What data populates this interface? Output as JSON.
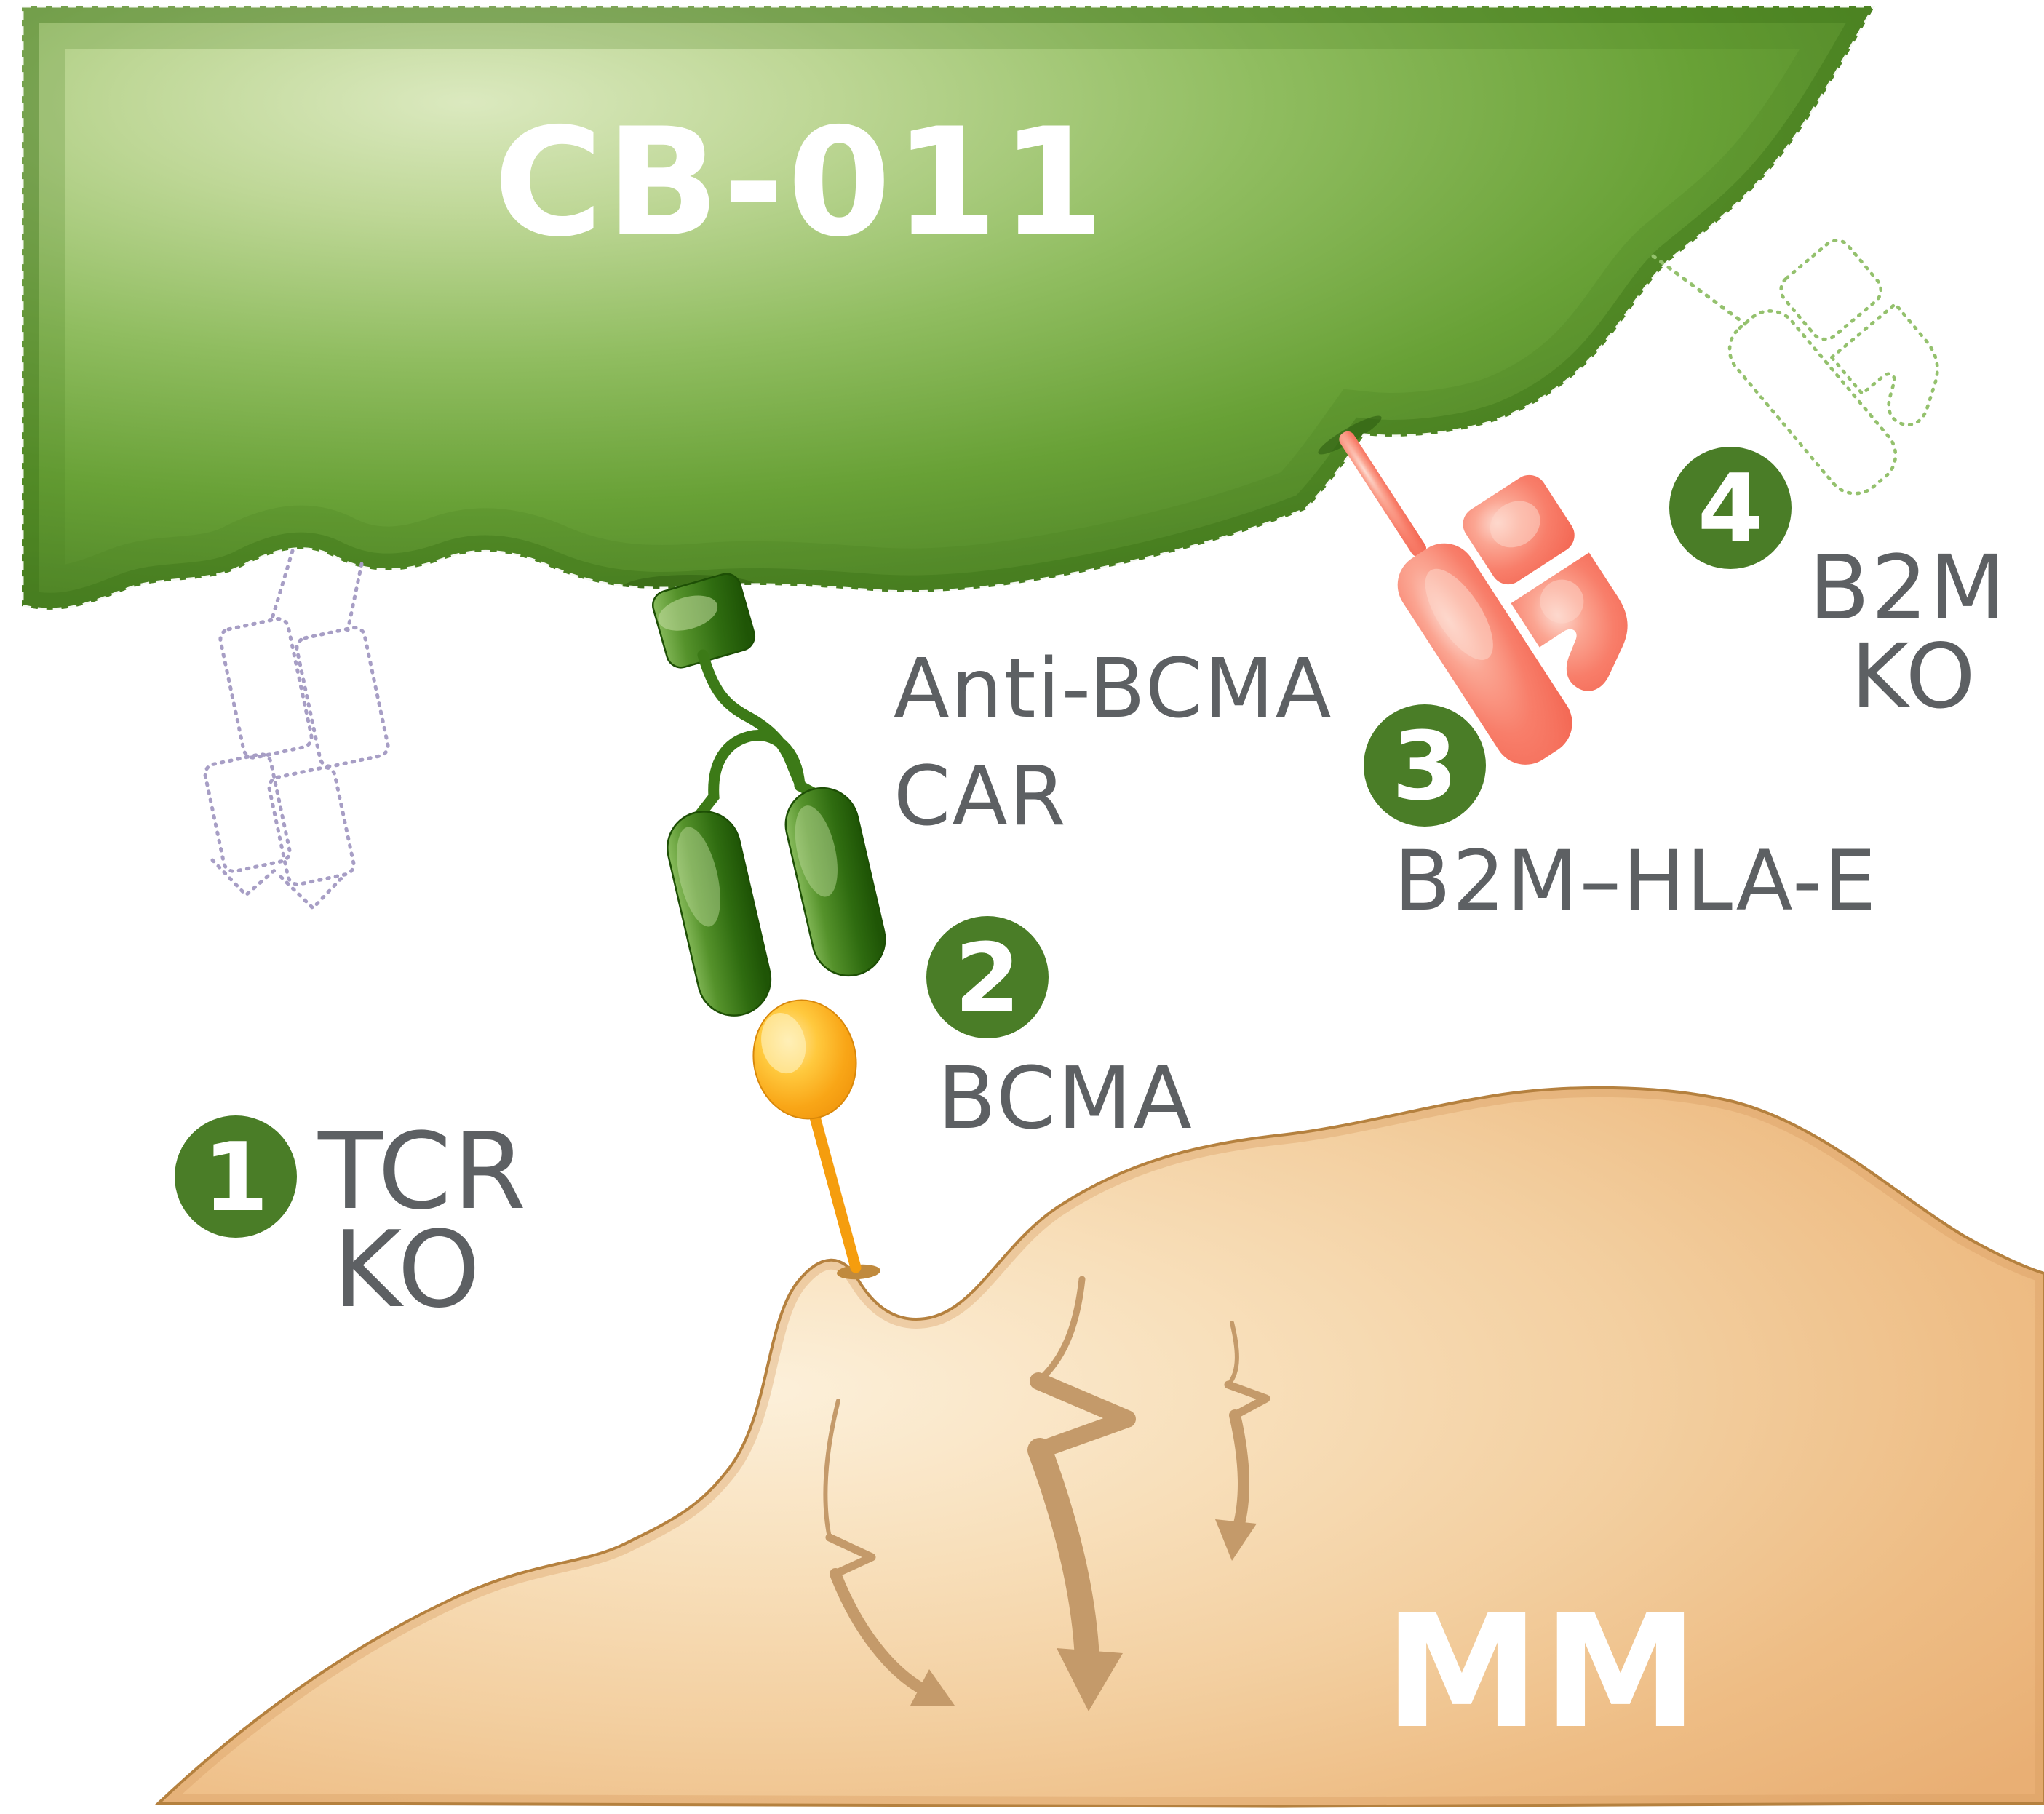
{
  "cells": {
    "car_t": {
      "label": "CB-011"
    },
    "tumor": {
      "label": "MM"
    }
  },
  "steps": [
    {
      "number": "1",
      "label_lines": [
        "TCR",
        "KO"
      ]
    },
    {
      "number": "2",
      "label_lines": [
        "BCMA"
      ]
    },
    {
      "number": "3",
      "label_lines": [
        "B2M–HLA-E"
      ]
    },
    {
      "number": "4",
      "label_lines": [
        "B2M",
        "KO"
      ]
    }
  ],
  "receptor_labels": {
    "anti_bcma_car": [
      "Anti-BCMA",
      "CAR"
    ]
  },
  "colors": {
    "badge_green": "#4a7d27",
    "label_gray": "#5d6063",
    "title_white": "#ffffff",
    "tcr_outline_purple": "#a79ec5",
    "b2m_outline_green": "#94c16d",
    "receptor_green_stroke": "#2a5e0c",
    "linker_green": "#3c7a17",
    "bcma_stem_orange": "#f59d0e",
    "contact_tan": "#c08a3e",
    "kill_arrow_tan": "#c49a6a"
  }
}
